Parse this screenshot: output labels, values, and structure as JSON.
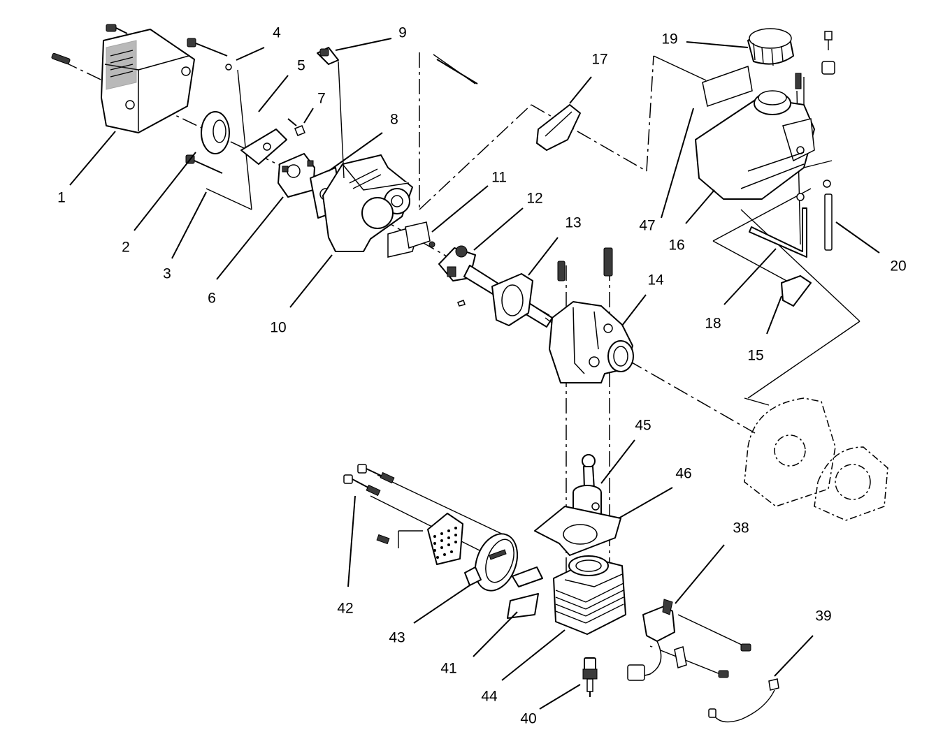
{
  "diagram": {
    "callouts": [
      {
        "id": "1",
        "label": "1"
      },
      {
        "id": "2",
        "label": "2"
      },
      {
        "id": "3",
        "label": "3"
      },
      {
        "id": "4",
        "label": "4"
      },
      {
        "id": "5",
        "label": "5"
      },
      {
        "id": "6",
        "label": "6"
      },
      {
        "id": "7",
        "label": "7"
      },
      {
        "id": "8",
        "label": "8"
      },
      {
        "id": "9",
        "label": "9"
      },
      {
        "id": "10",
        "label": "10"
      },
      {
        "id": "11",
        "label": "11"
      },
      {
        "id": "12",
        "label": "12"
      },
      {
        "id": "13",
        "label": "13"
      },
      {
        "id": "14",
        "label": "14"
      },
      {
        "id": "15",
        "label": "15"
      },
      {
        "id": "16",
        "label": "16"
      },
      {
        "id": "17",
        "label": "17"
      },
      {
        "id": "18",
        "label": "18"
      },
      {
        "id": "19",
        "label": "19"
      },
      {
        "id": "20",
        "label": "20"
      },
      {
        "id": "38",
        "label": "38"
      },
      {
        "id": "39",
        "label": "39"
      },
      {
        "id": "40",
        "label": "40"
      },
      {
        "id": "41",
        "label": "41"
      },
      {
        "id": "42",
        "label": "42"
      },
      {
        "id": "43",
        "label": "43"
      },
      {
        "id": "44",
        "label": "44"
      },
      {
        "id": "45",
        "label": "45"
      },
      {
        "id": "46",
        "label": "46"
      },
      {
        "id": "47",
        "label": "47"
      }
    ]
  }
}
